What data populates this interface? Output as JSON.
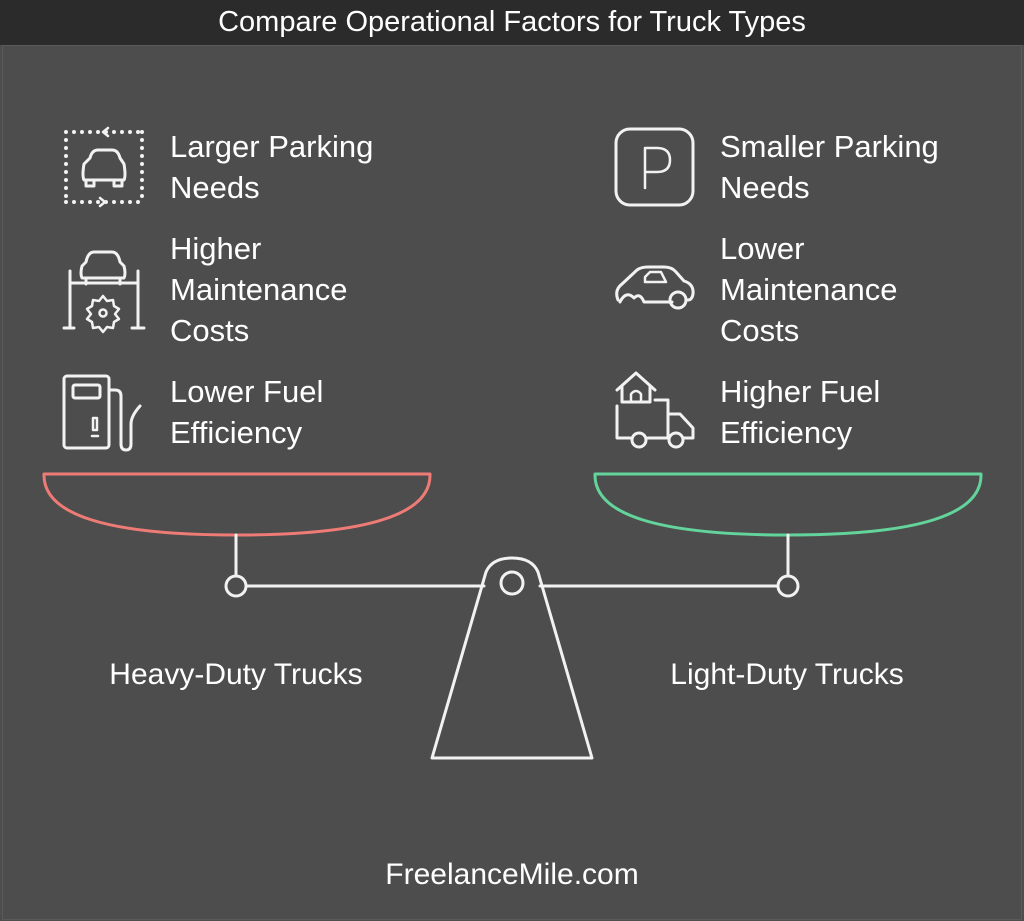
{
  "title": "Compare Operational Factors for Truck Types",
  "left": {
    "label": "Heavy-Duty Trucks",
    "color": "#ee7b75",
    "items": [
      {
        "icon": "parking-area-car-icon",
        "text": "Larger Parking\nNeeds"
      },
      {
        "icon": "car-lift-gear-icon",
        "text": "Higher\nMaintenance\nCosts"
      },
      {
        "icon": "fuel-pump-icon",
        "text": "Lower Fuel\nEfficiency"
      }
    ]
  },
  "right": {
    "label": "Light-Duty Trucks",
    "color": "#63d49b",
    "items": [
      {
        "icon": "parking-sign-icon",
        "text": "Smaller Parking\nNeeds"
      },
      {
        "icon": "car-icon",
        "text": "Lower\nMaintenance\nCosts"
      },
      {
        "icon": "delivery-truck-home-icon",
        "text": "Higher Fuel\nEfficiency"
      }
    ]
  },
  "footer": "FreelanceMile.com"
}
